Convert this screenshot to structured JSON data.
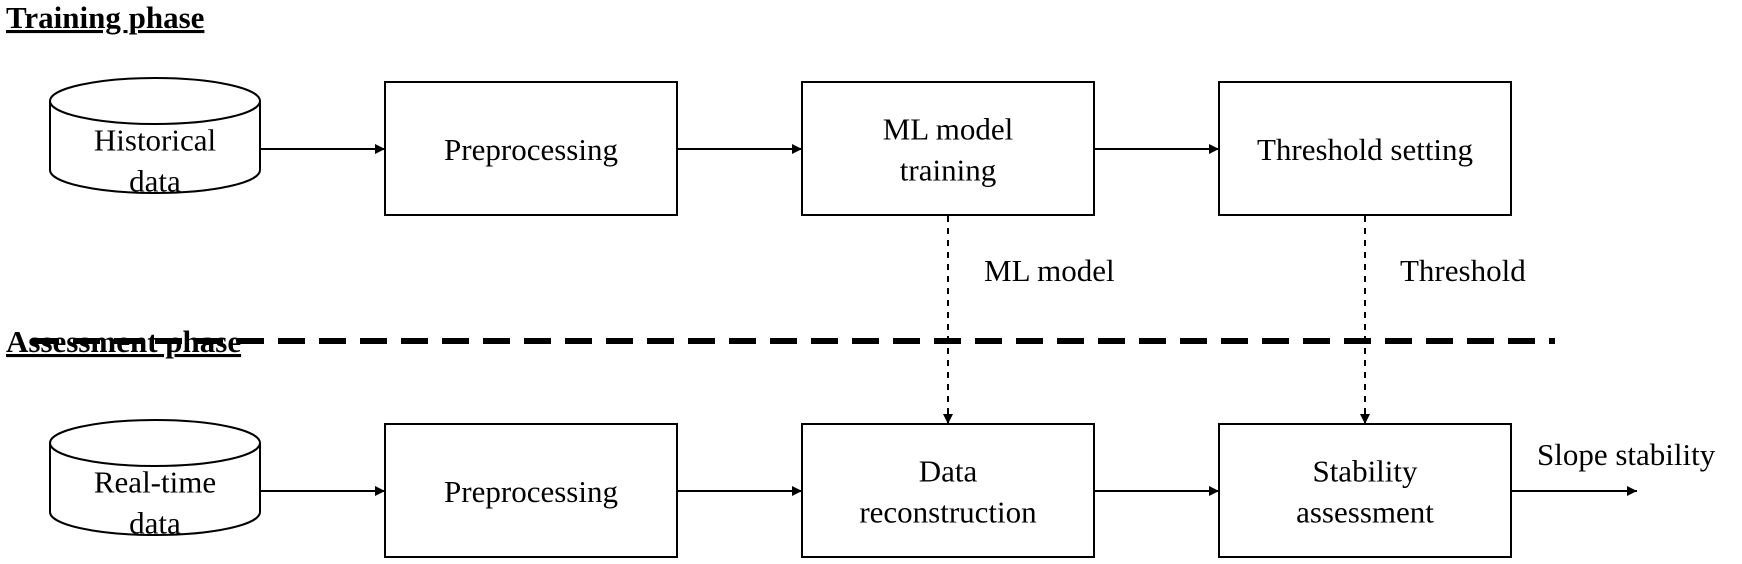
{
  "phases": {
    "training": "Training phase",
    "assessment": "Assessment phase"
  },
  "training": {
    "source": [
      "Historical",
      "data"
    ],
    "preprocessing": [
      "Preprocessing"
    ],
    "model_training": [
      "ML model",
      "training"
    ],
    "threshold_setting": [
      "Threshold setting"
    ]
  },
  "assessment": {
    "source": [
      "Real-time",
      "data"
    ],
    "preprocessing": [
      "Preprocessing"
    ],
    "reconstruction": [
      "Data",
      "reconstruction"
    ],
    "stability": [
      "Stability",
      "assessment"
    ]
  },
  "links": {
    "ml_model": "ML model",
    "threshold": "Threshold",
    "output": "Slope stability"
  }
}
